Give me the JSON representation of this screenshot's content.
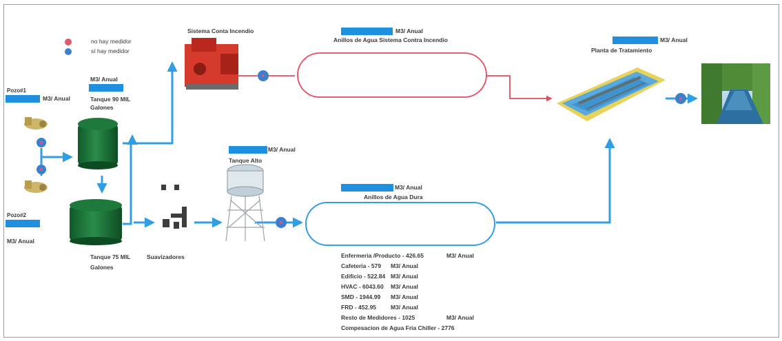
{
  "legend": {
    "no_meter": "no hay medidor",
    "has_meter": "sí hay medidor",
    "no_meter_color": "#e8566a",
    "has_meter_color": "#3a7fd0"
  },
  "colors": {
    "blue_line": "#2f9ee5",
    "red_line": "#e84a5f",
    "highlight": "#1f8fe0"
  },
  "units": {
    "m3_anual": "M3/ Anual"
  },
  "pozo1": {
    "label": "Pozo#1",
    "unit": "M3/ Anual"
  },
  "pozo2": {
    "label": "Pozo#2",
    "unit": "M3/ Anual"
  },
  "tank90": {
    "unit": "M3/ Anual",
    "label1": "Tanque 90 MIL",
    "label2": "Galones"
  },
  "tank75": {
    "label1": "Tanque 75 MIL",
    "label2": "Galones"
  },
  "softeners": {
    "label": "Suavizadores"
  },
  "fire_system": {
    "label": "Sistema Conta Incendio"
  },
  "fire_ring": {
    "unit": "M3/ Anual",
    "label": "Anillos de Agua Sistema Contra Incendio"
  },
  "high_tank": {
    "unit": "M3/ Anual",
    "label": "Tanque Alto"
  },
  "hard_ring": {
    "unit": "M3/ Anual",
    "label": "Anillos de Agua Dura"
  },
  "plant": {
    "unit": "M3/ Anual",
    "label": "Planta de Tratamiento"
  },
  "consumers": [
    {
      "text": "Enfermeria /Producto - 426.65",
      "unit": "M3/ Anual"
    },
    {
      "text": "Cafeteria - 579",
      "unit": "M3/ Anual"
    },
    {
      "text": "Edificio - 522.84",
      "unit": "M3/ Anual"
    },
    {
      "text": "HVAC - 6043.60",
      "unit": "M3/ Anual"
    },
    {
      "text": "SMD - 1944.99",
      "unit": "M3/ Anual"
    },
    {
      "text": "FRD - 452.95",
      "unit": "M3/ Anual"
    },
    {
      "text": "Resto de Medidores - 1025",
      "unit": "M3/ Anual"
    },
    {
      "text": "Compesacion de Agua Fria Chiller - 2776",
      "unit": ""
    }
  ]
}
